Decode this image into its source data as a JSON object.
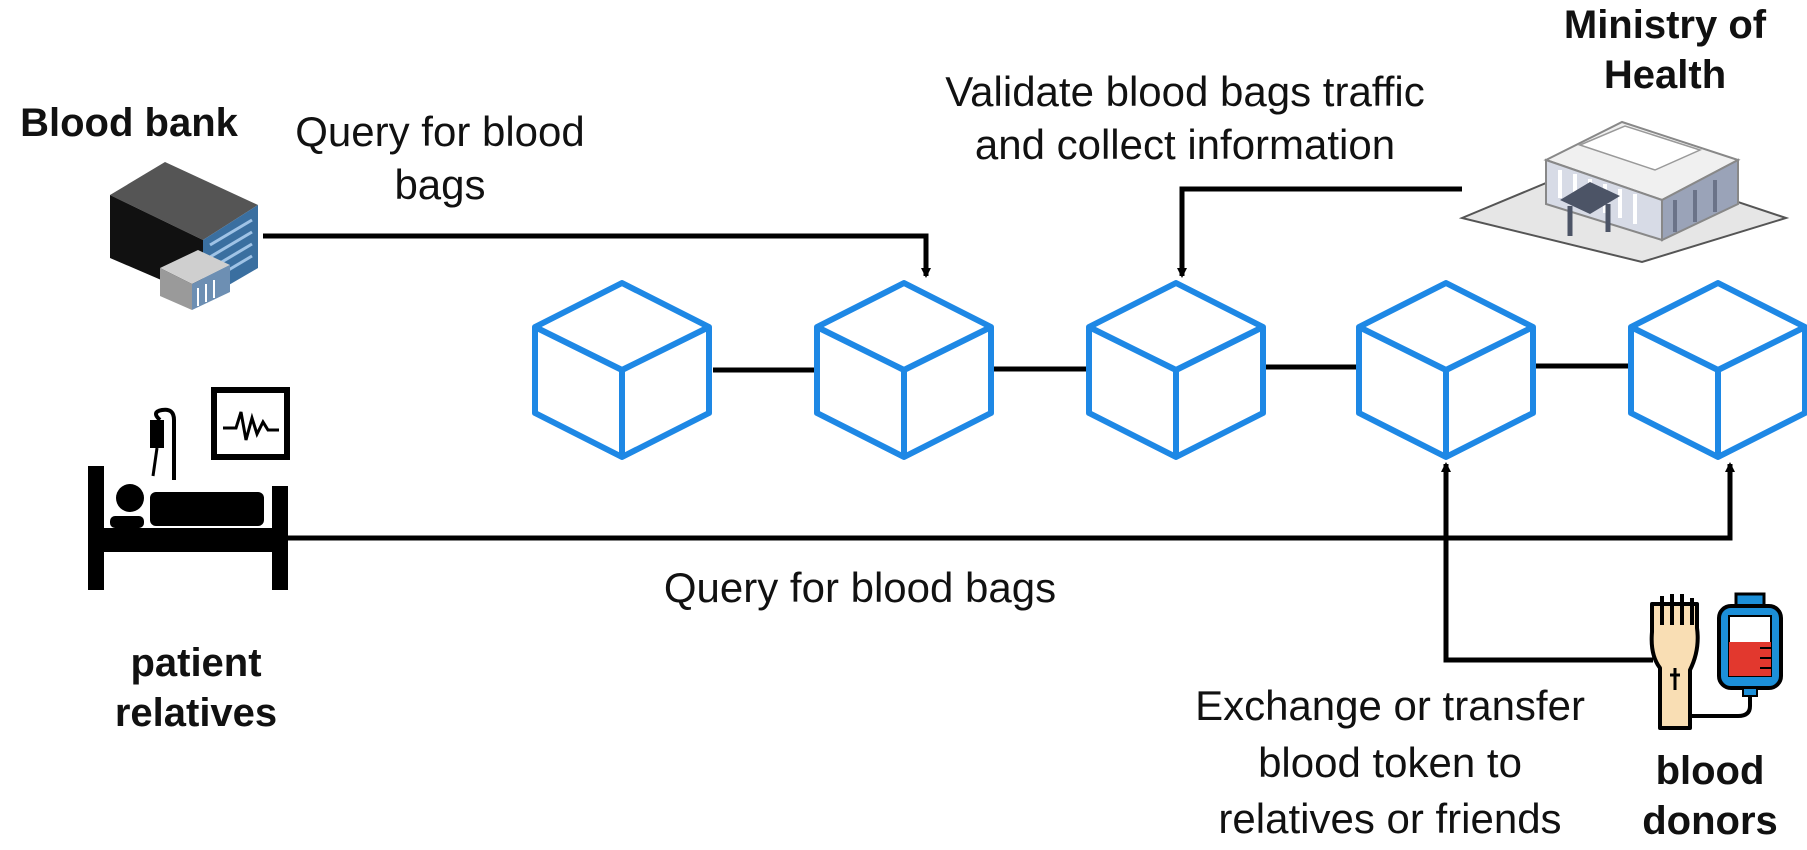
{
  "actors": {
    "blood_bank": {
      "label": "Blood bank"
    },
    "ministry": {
      "label_lines": [
        "Ministry of",
        "Health"
      ]
    },
    "patient": {
      "label_lines": [
        "patient",
        "relatives"
      ]
    },
    "donors": {
      "label_lines": [
        "blood",
        "donors"
      ]
    }
  },
  "edges": {
    "bank_query": {
      "label_lines": [
        "Query for blood",
        "bags"
      ]
    },
    "ministry_validate": {
      "label_lines": [
        "Validate blood bags traffic",
        "and collect information"
      ]
    },
    "patient_query": {
      "label": "Query for blood bags"
    },
    "donor_exchange": {
      "label_lines": [
        "Exchange or transfer",
        "blood token to",
        "relatives or friends"
      ]
    }
  },
  "blockchain": {
    "block_count": 5,
    "block_color": "#1E88E5",
    "link_color": "#000000"
  },
  "icons": {
    "blood_bank": "hospital-building-icon",
    "ministry": "government-building-icon",
    "patient": "hospital-bed-icon",
    "donors": "blood-donation-icon"
  }
}
